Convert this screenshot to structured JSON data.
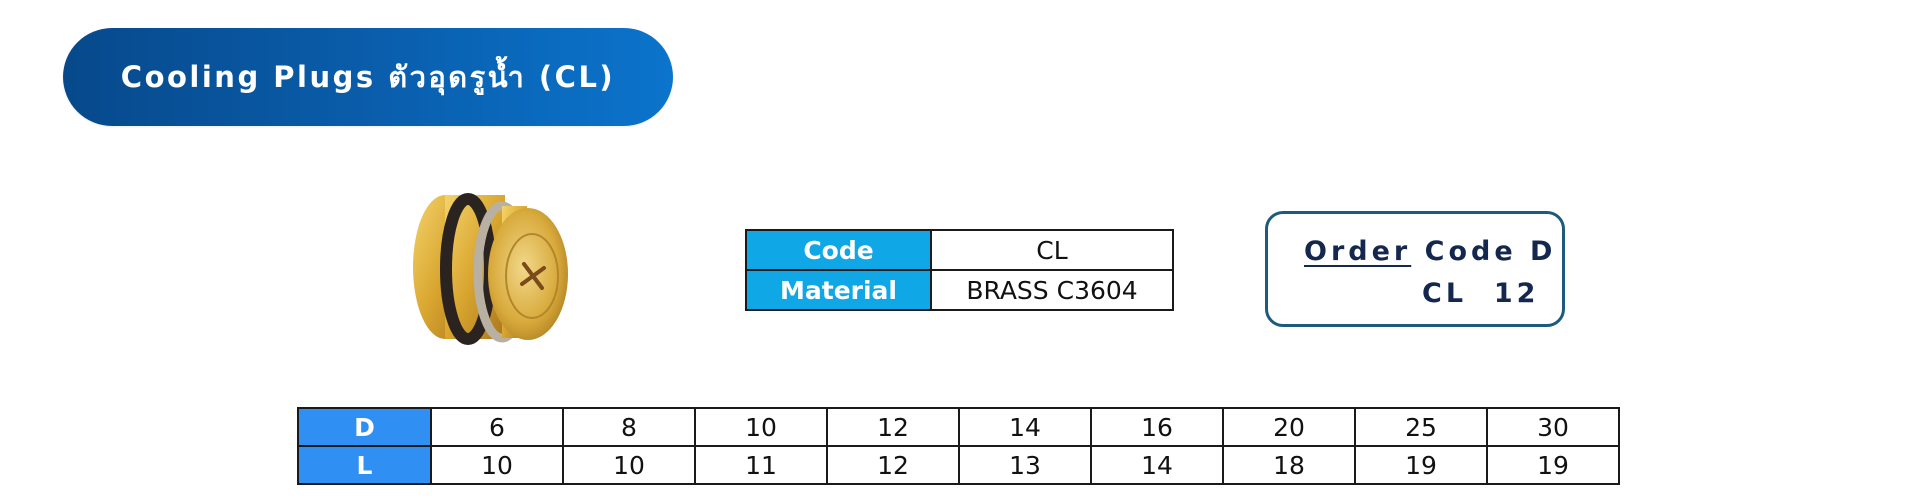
{
  "title": {
    "text": "Cooling Plugs  ตัวอุดรูน้ำ (CL)",
    "gradient_start": "#07498b",
    "gradient_end": "#0b74cc"
  },
  "product_image": {
    "icon": "brass-cooling-plug-image"
  },
  "spec_table": {
    "rows": [
      {
        "label": "Code",
        "value": "CL"
      },
      {
        "label": "Material",
        "value": "BRASS C3604"
      }
    ],
    "header_color": "#0fa7e6"
  },
  "order_code": {
    "line1_underlined": "Order",
    "line1_rest": "Code D",
    "line2": "CL  12",
    "border_color": "#1d5b7c"
  },
  "dimension_table": {
    "header_color": "#2f8ff2",
    "rows": [
      {
        "label": "D",
        "values": [
          "6",
          "8",
          "10",
          "12",
          "14",
          "16",
          "20",
          "25",
          "30"
        ]
      },
      {
        "label": "L",
        "values": [
          "10",
          "10",
          "11",
          "12",
          "13",
          "14",
          "18",
          "19",
          "19"
        ]
      }
    ]
  }
}
